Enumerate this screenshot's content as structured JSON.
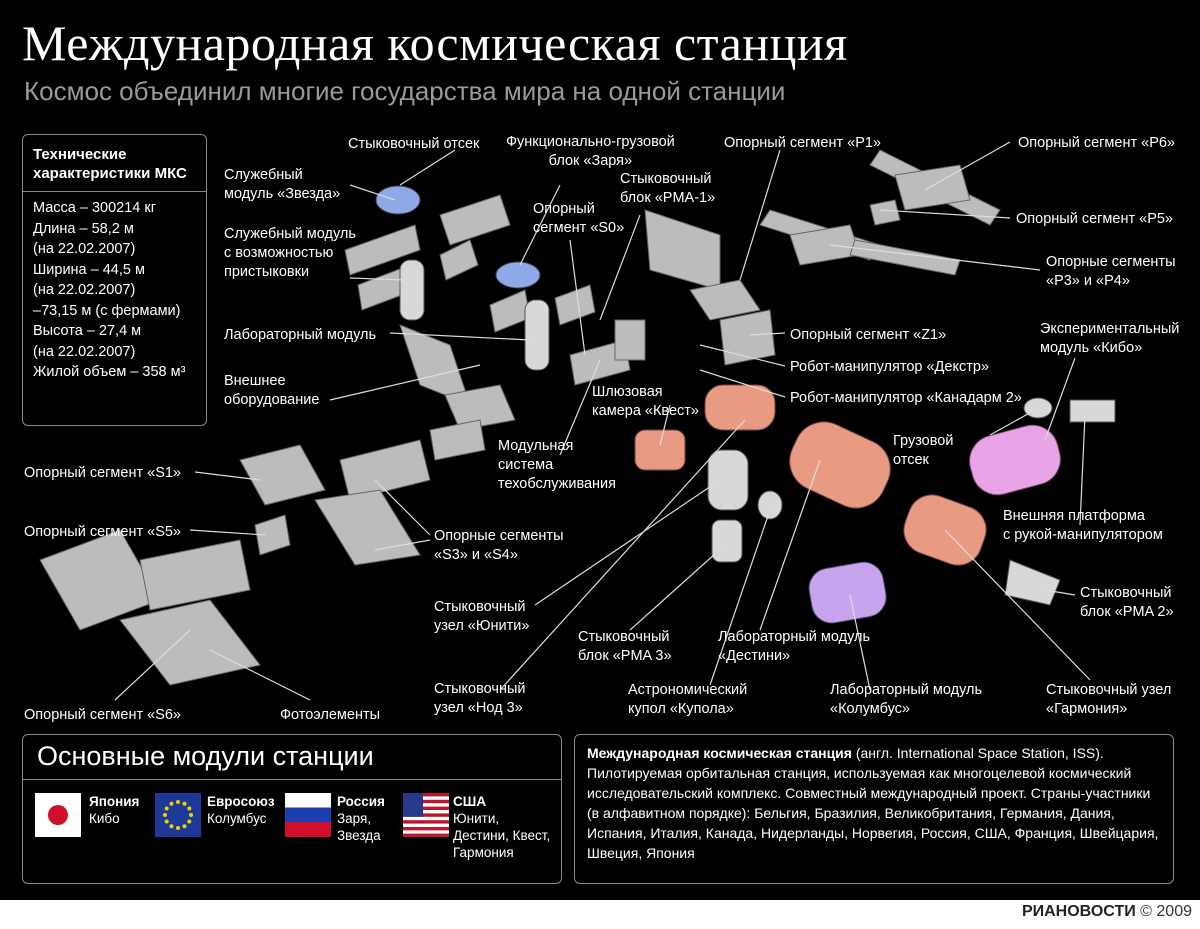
{
  "title": "Международная космическая станция",
  "subtitle": "Космос объединил многие государства мира на одной станции",
  "specs": {
    "heading": [
      "Технические",
      "характеристики МКС"
    ],
    "lines": [
      "Масса – 300214 кг",
      "Длина – 58,2 м",
      "(на 22.02.2007)",
      "Ширина – 44,5 м",
      "(на 22.02.2007)",
      "–73,15 м (с фермами)",
      "Высота – 27,4 м",
      "(на 22.02.2007)",
      "Жилой объем – 358 м³"
    ]
  },
  "labels": {
    "docking_compartment": "Стыковочный отсек",
    "zarya": [
      "Функционально-грузовой",
      "блок «Заря»"
    ],
    "zvezda": [
      "Служебный",
      "модуль «Звезда»"
    ],
    "pma1": [
      "Стыковочный",
      "блок «PMA-1»"
    ],
    "p1": "Опорный сегмент «P1»",
    "p6": "Опорный сегмент «P6»",
    "p5": "Опорный сегмент «P5»",
    "p3p4": [
      "Опорные сегменты",
      "«P3» и «P4»"
    ],
    "s0": [
      "Опорный",
      "сегмент «S0»"
    ],
    "service_docking": [
      "Служебный модуль",
      "с возможностью",
      "пристыковки"
    ],
    "lab_module": "Лабораторный модуль",
    "external_equipment": [
      "Внешнее",
      "оборудование"
    ],
    "z1": "Опорный сегмент «Z1»",
    "dextre": "Робот-манипулятор «Декстр»",
    "canadarm": "Робот-манипулятор «Канадарм 2»",
    "kibo": [
      "Экспериментальный",
      "модуль «Кибо»"
    ],
    "quest": [
      "Шлюзовая",
      "камера «Квест»"
    ],
    "cargo": [
      "Грузовой",
      "отсек"
    ],
    "mss": [
      "Модульная",
      "система",
      "техобслуживания"
    ],
    "s1": "Опорный сегмент «S1»",
    "s5": "Опорный сегмент «S5»",
    "s3s4": [
      "Опорные сегменты",
      "«S3» и «S4»"
    ],
    "ext_platform": [
      "Внешняя платформа",
      "с рукой-манипулятором"
    ],
    "unity": [
      "Стыковочный",
      "узел «Юнити»"
    ],
    "pma2": [
      "Стыковочный",
      "блок «PMA 2»"
    ],
    "pma3": [
      "Стыковочный",
      "блок «PMA 3»"
    ],
    "destiny": [
      "Лабораторный модуль",
      "«Дестини»"
    ],
    "node3": [
      "Стыковочный",
      "узел «Нод 3»"
    ],
    "cupola": [
      "Астрономический",
      "купол «Купола»"
    ],
    "columbus": [
      "Лабораторный модуль",
      "«Колумбус»"
    ],
    "harmony": [
      "Стыковочный узел",
      "«Гармония»"
    ],
    "s6": "Опорный сегмент «S6»",
    "solar": "Фотоэлементы"
  },
  "legend": {
    "heading": "Основные модули станции",
    "countries": [
      {
        "name": "Япония",
        "color": "#e0449a",
        "modules": [
          "Кибо"
        ]
      },
      {
        "name": "Евросоюз",
        "color": "#b070e0",
        "modules": [
          "Колумбус"
        ]
      },
      {
        "name": "Россия",
        "color": "#6d8ee8",
        "modules": [
          "Заря,",
          "Звезда"
        ]
      },
      {
        "name": "США",
        "color": "#e89a82",
        "modules": [
          "Юнити,",
          "Дестини, Квест,",
          "Гармония"
        ]
      }
    ]
  },
  "info": {
    "bold": "Международная космическая станция",
    "rest": " (англ. International Space Station, ISS). Пилотируемая орбитальная станция, используемая как многоцелевой космический исследовательский комплекс. Совместный международный проект. Страны-участники (в алфавитном порядке): Бельгия, Бразилия, Великобритания, Германия, Дания, Испания, Италия, Канада, Нидерланды, Норвегия, Россия, США, Франция, Швейцария, Швеция, Япония"
  },
  "credit": {
    "brand": "РИАНОВОСТИ",
    "year": "© 2009"
  }
}
